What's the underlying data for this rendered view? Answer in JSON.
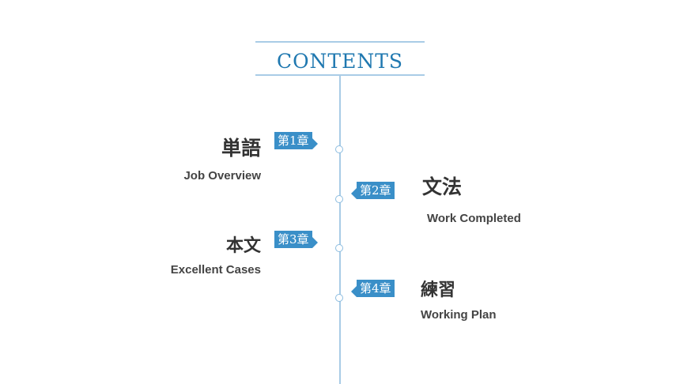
{
  "header": {
    "title": "CONTENTS"
  },
  "chapters": [
    {
      "tag": "第1章",
      "title": "単語",
      "subtitle": "Job Overview"
    },
    {
      "tag": "第2章",
      "title": "文法",
      "subtitle": "Work Completed"
    },
    {
      "tag": "第3章",
      "title": "本文",
      "subtitle": "Excellent Cases"
    },
    {
      "tag": "第4章",
      "title": "練習",
      "subtitle": "Working Plan"
    }
  ],
  "colors": {
    "accent": "#3a8fc8",
    "line": "#a9cce6",
    "heading": "#1f78b0",
    "text": "#333333"
  }
}
